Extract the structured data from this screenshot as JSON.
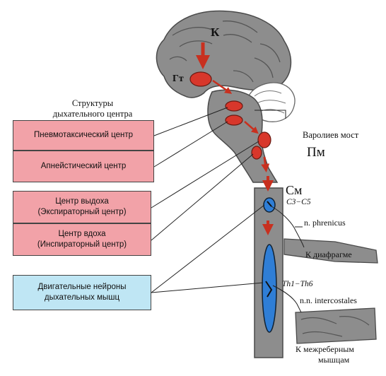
{
  "title": {
    "line1": "Структуры",
    "line2": "дыхательного центра"
  },
  "boxes": [
    {
      "line1": "Пневмотаксический центр",
      "line2": ""
    },
    {
      "line1": "Апнейстический центр",
      "line2": ""
    },
    {
      "line1": "Центр выдоха",
      "line2": "(Экспираторный центр)"
    },
    {
      "line1": "Центр вдоха",
      "line2": "(Инспираторный центр)"
    },
    {
      "line1": "Двигательные нейроны",
      "line2": "дыхательных мышц"
    }
  ],
  "labels": {
    "cortex": "К",
    "hypothalamus": "Гт",
    "pons_line1": "Варолиев мост",
    "pons_abbr": "Пм",
    "spinal": "См",
    "segments_cervical": "C3−C5",
    "phrenic_nerve": "n. phrenicus",
    "to_diaphragm": "К диафрагме",
    "segments_thoracic": "Th1−Th6",
    "intercostal_nerves": "n.n. intercostales",
    "to_intercostal_line1": "К межреберным",
    "to_intercostal_line2": "мышцам"
  },
  "colors": {
    "brain_fill": "#8d8d8d",
    "brain_edge": "#4a4a4a",
    "nucleus_red": "#d8372b",
    "arrow_red": "#c8301f",
    "box_pink": "#f2a2a8",
    "box_blue": "#bfe6f4",
    "motor_blue": "#2f7ed6"
  }
}
